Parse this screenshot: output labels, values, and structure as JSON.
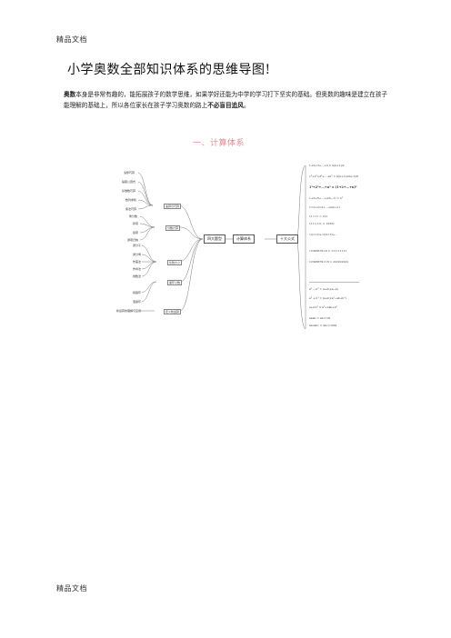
{
  "header": {
    "mark": "精品文档"
  },
  "footer": {
    "mark": "精品文档"
  },
  "title": "小学奥数全部知识体系的思维导图!",
  "intro": {
    "lead_bold": "奥数",
    "text_1": "本身是非常有趣的，能拓展孩子的数学思维，如果学好还能为中学的学习打下坚实的基础。但奥数的趣味是建立在孩子能理解的基础上，所以各位家长在孩子学习奥数的路上",
    "bold_2": "不必盲目追风",
    "text_end": "。"
  },
  "section_heading": "一、计算体系",
  "mindmap": {
    "center_left": "四大题型",
    "center_main": "计算体系",
    "center_right": "十大公式",
    "branches": [
      {
        "label": "速算与巧算",
        "subs": [
          "凑整巧算",
          "提取公因式",
          "基准数巧算",
          "数列求和",
          "乘法巧算"
        ]
      },
      {
        "label": "分数计算",
        "subs": [
          "繁分数",
          "拆项",
          "裂项",
          "通项归纳"
        ]
      },
      {
        "label": "比较大小",
        "subs": [
          "通分子",
          "通分母",
          "作差法",
          "作商法",
          "倒数法"
        ]
      },
      {
        "label": "循环小数",
        "subs": [
          "纯循环",
          "混循环"
        ]
      },
      {
        "label": "定义新运算",
        "subs": [
          "新运算的理解与应用"
        ]
      }
    ],
    "formulas": [
      "1+2+3+…+n = n(n+1)/2",
      "1²+2²+3²+…+n² = n(n+1)(2n+1)/6",
      "1³+2³+…+n³ = (1+2+…+n)²",
      "1+3+5+…+(2n−1) = n²",
      "1×2+2×3+…+n(n+1)",
      "11×11 = 121",
      "111×111 = 12321",
      "1/(1×2)+1/(2×3)+…",
      "12345679×9 = 111111111",
      "12345679×18 = 222222222",
      "a² − b² = (a+b)(a−b)",
      "a³ + b³ = (a+b)(a²−ab+b²)",
      "(a+b)² = a²+2ab+b²",
      "abab = ab×101",
      "abcabc = abc×1001"
    ]
  }
}
